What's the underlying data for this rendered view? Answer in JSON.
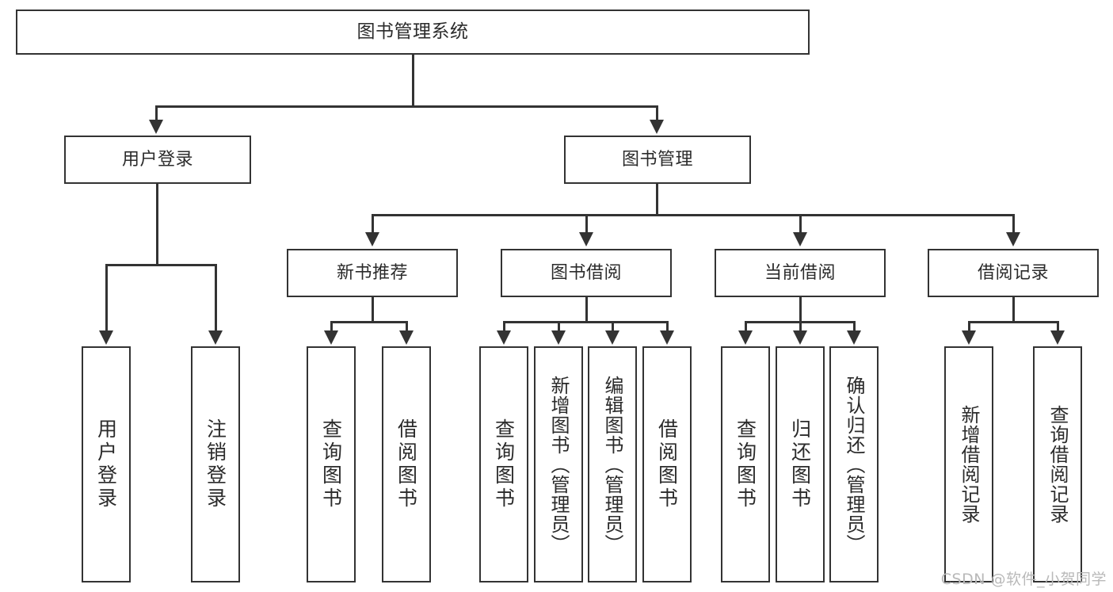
{
  "diagram": {
    "title": "图书管理系统",
    "watermark": "CSDN @软件_小贺同学",
    "colors": {
      "stroke": "#333333",
      "box_fill": "#ffffff",
      "text": "#2b2b2b",
      "watermark": "#b9b9b9",
      "background": "#ffffff"
    },
    "root": {
      "label": "图书管理系统"
    },
    "level2": [
      {
        "label": "用户登录"
      },
      {
        "label": "图书管理"
      }
    ],
    "level3": [
      {
        "label": "新书推荐"
      },
      {
        "label": "图书借阅"
      },
      {
        "label": "当前借阅"
      },
      {
        "label": "借阅记录"
      }
    ],
    "leaves": {
      "user_login": [
        {
          "label": "用户登录"
        },
        {
          "label": "注销登录"
        }
      ],
      "new_book": [
        {
          "label": "查询图书"
        },
        {
          "label": "借阅图书"
        }
      ],
      "book_borrow": [
        {
          "label": "查询图书"
        },
        {
          "label": "新增图书（管理员）"
        },
        {
          "label": "编辑图书（管理员）"
        },
        {
          "label": "借阅图书"
        }
      ],
      "current_borrow": [
        {
          "label": "查询图书"
        },
        {
          "label": "归还图书"
        },
        {
          "label": "确认归还（管理员）"
        }
      ],
      "borrow_record": [
        {
          "label": "新增借阅记录"
        },
        {
          "label": "查询借阅记录"
        }
      ]
    }
  }
}
